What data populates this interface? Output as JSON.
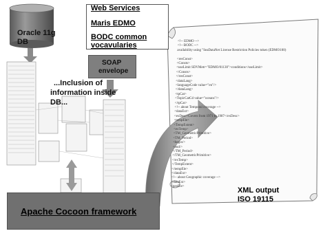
{
  "web_services": {
    "title": "Web Services",
    "maris": "Maris EDMO",
    "bodc_line1": "BODC common",
    "bodc_line2": "vocavularies"
  },
  "database": {
    "line1": "Oracle 11g",
    "line2": "DB"
  },
  "soap": {
    "line1": "SOAP",
    "line2": "envelope"
  },
  "inclusion": {
    "line1": "...Inclusion of",
    "line2": "information inside",
    "line3": "DB..."
  },
  "cocoon": {
    "label": "Apache Cocoon framework"
  },
  "xml_output": {
    "line1": "XML output",
    "line2": "ISO 19115"
  },
  "xml_doc_lines": [
    "<!-- EDMO -->",
    "<!-- BODC -->",
    "availability using \"SeaDataNet License Restriction Policies token (EDMO100)",
    "",
    "<resConst>",
    "  <Consts>",
    "    <useLimit SDVMetr=\"EDMO/01130\">conditions</useLimit>",
    "  </Consts>",
    "</resConst>",
    "<dataLang>",
    "  <languageCode value=\"en\"/>",
    "</dataLang>",
    "<tpCat>",
    "  <TopicCatCd value=\"oceans\"/>",
    "</tpCat>",
    "<!-- about Temporal coverage -->",
    "<dataExt>",
    "  <exDesc>Covers from 1971 to 1987</exDesc>",
    "  <tempEle>",
    "    <TempExtent>",
    "      <exTemp>",
    "        <TM_GeometricPrimitive>",
    "          <TM_Period>",
    "            <begin/>",
    "            <end/>",
    "          </TM_Period>",
    "        </TM_GeometricPrimitive>",
    "      </exTemp>",
    "    </TempExtent>",
    "  </tempEle>",
    "</dataExt>",
    "<!-- about Geographic coverage -->",
    "<dataExt>",
    "  <geoEle>"
  ]
}
